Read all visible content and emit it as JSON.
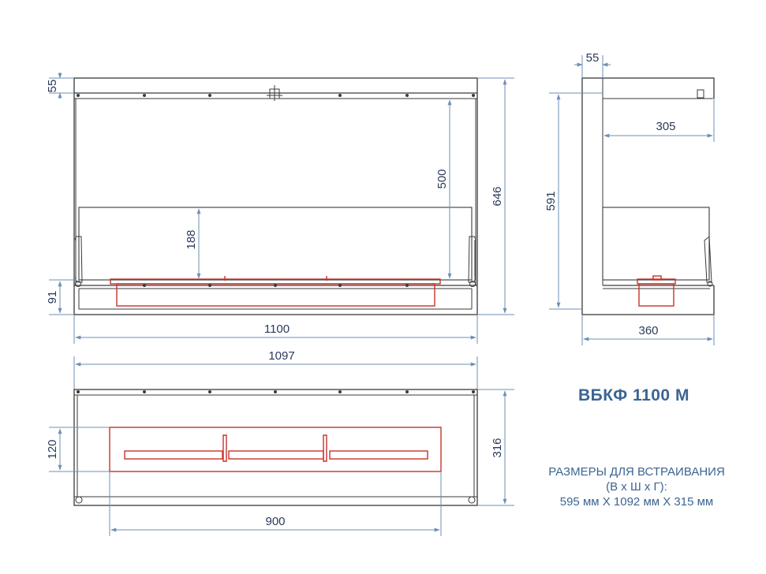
{
  "title": "ВБКФ 1100 М",
  "note": {
    "line1": "РАЗМЕРЫ ДЛЯ ВСТРАИВАНИЯ",
    "line2": "(В х Ш х Г):",
    "line3": "595 мм X 1092 мм X 315 мм"
  },
  "dims": {
    "front_top_55": "55",
    "front_500": "500",
    "front_188": "188",
    "front_646": "646",
    "front_91": "91",
    "front_1100": "1100",
    "top_1097": "1097",
    "top_120": "120",
    "top_316": "316",
    "top_900": "900",
    "side_55": "55",
    "side_305": "305",
    "side_591": "591",
    "side_360": "360"
  },
  "colors": {
    "outline": "#3a3a3a",
    "dimension": "#6e8fb5",
    "burner": "#c8322b",
    "text": "#3b6592"
  }
}
